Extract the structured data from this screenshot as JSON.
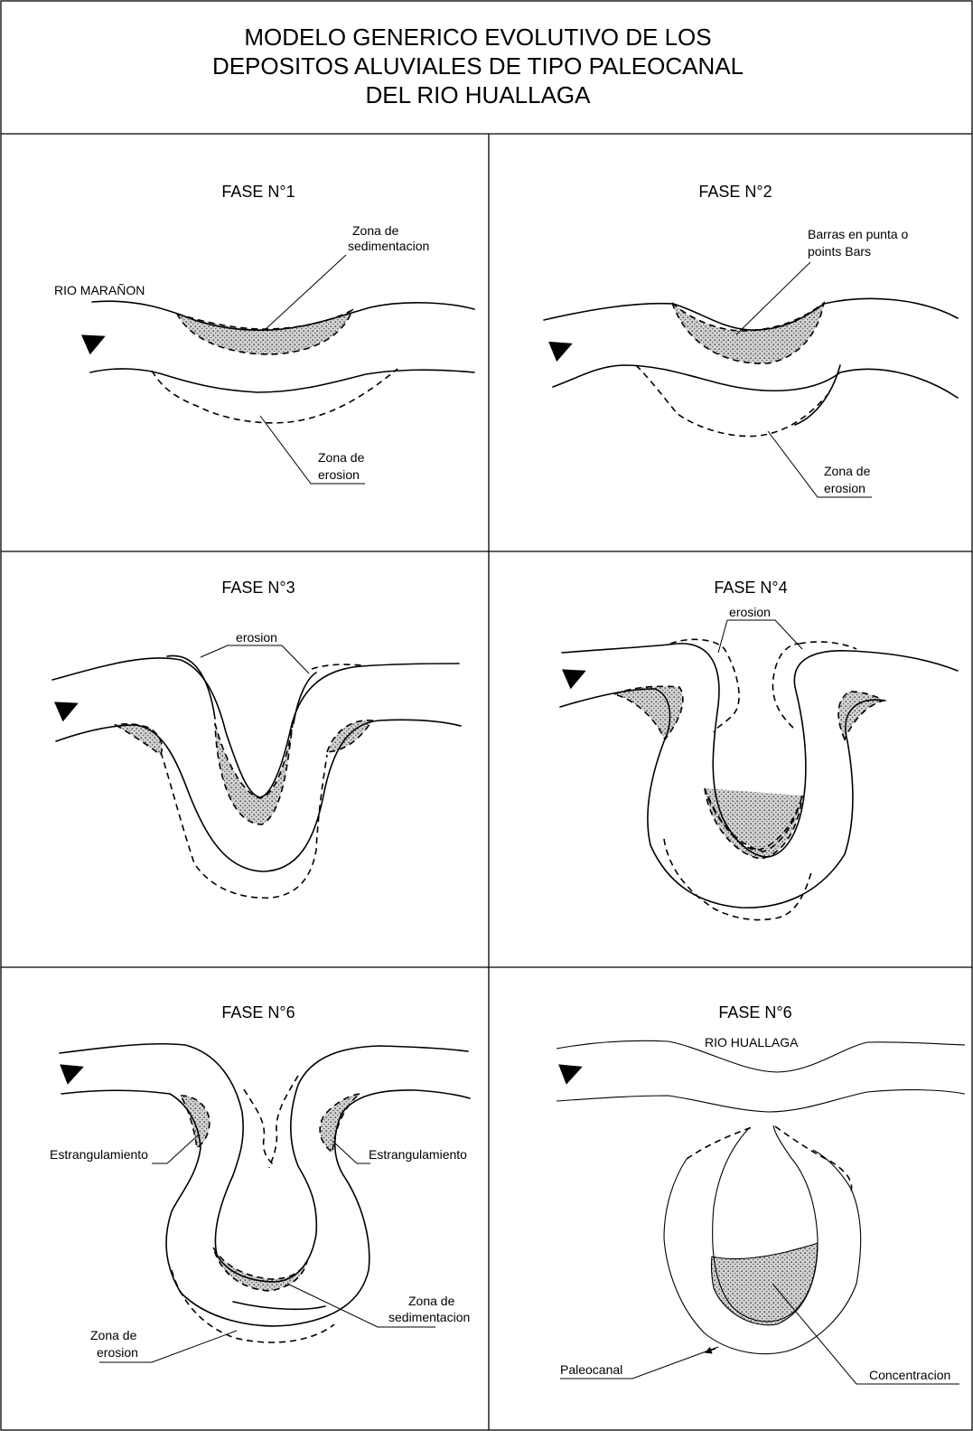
{
  "title": {
    "line1": "MODELO GENERICO EVOLUTIVO DE LOS",
    "line2": "DEPOSITOS ALUVIALES DE TIPO PALEOCANAL",
    "line3": "DEL RIO HUALLAGA"
  },
  "panels": {
    "p1": {
      "phase": "FASE N°1",
      "river_name": "RIO MARAÑON",
      "sed_line1": "Zona de",
      "sed_line2": "sedimentacion",
      "ero_line1": "Zona de",
      "ero_line2": "erosion"
    },
    "p2": {
      "phase": "FASE N°2",
      "bars_line1": "Barras en punta o",
      "bars_line2": "points Bars",
      "ero_line1": "Zona de",
      "ero_line2": "erosion"
    },
    "p3": {
      "phase": "FASE N°3",
      "ero": "erosion"
    },
    "p4": {
      "phase": "FASE N°4",
      "ero": "erosion"
    },
    "p5": {
      "phase": "FASE N°6",
      "str_left": "Estrangulamiento",
      "str_right": "Estrangulamiento",
      "sed_line1": "Zona de",
      "sed_line2": "sedimentacion",
      "ero_line1": "Zona de",
      "ero_line2": "erosion"
    },
    "p6": {
      "phase": "FASE N°6",
      "river_name": "RIO HUALLAGA",
      "paleo": "Paleocanal",
      "conc": "Concentracion"
    }
  },
  "arrow_icon": "flow-direction-arrow-icon",
  "colors": {
    "line": "#000000",
    "stipple": "#8a8a8a",
    "background": "#ffffff"
  }
}
